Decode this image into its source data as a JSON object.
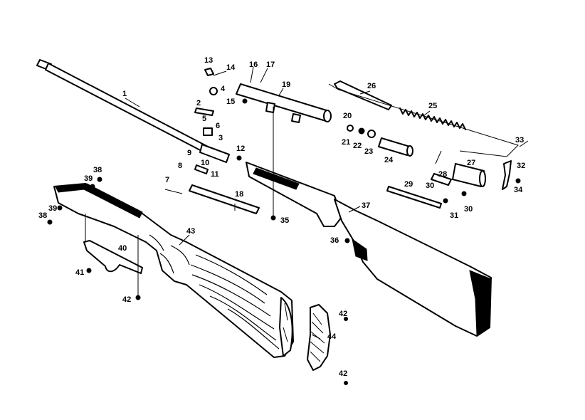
{
  "part_labels": [
    "1",
    "2",
    "3",
    "4",
    "5",
    "6",
    "7",
    "8",
    "9",
    "10",
    "11",
    "12",
    "13",
    "14",
    "15",
    "16",
    "17",
    "18",
    "19",
    "20",
    "21",
    "22",
    "23",
    "24",
    "25",
    "26",
    "27",
    "28",
    "29",
    "30",
    "30",
    "31",
    "32",
    "33",
    "34",
    "35",
    "36",
    "37",
    "38",
    "38",
    "39",
    "39",
    "40",
    "41",
    "42",
    "42",
    "42",
    "43",
    "44"
  ]
}
